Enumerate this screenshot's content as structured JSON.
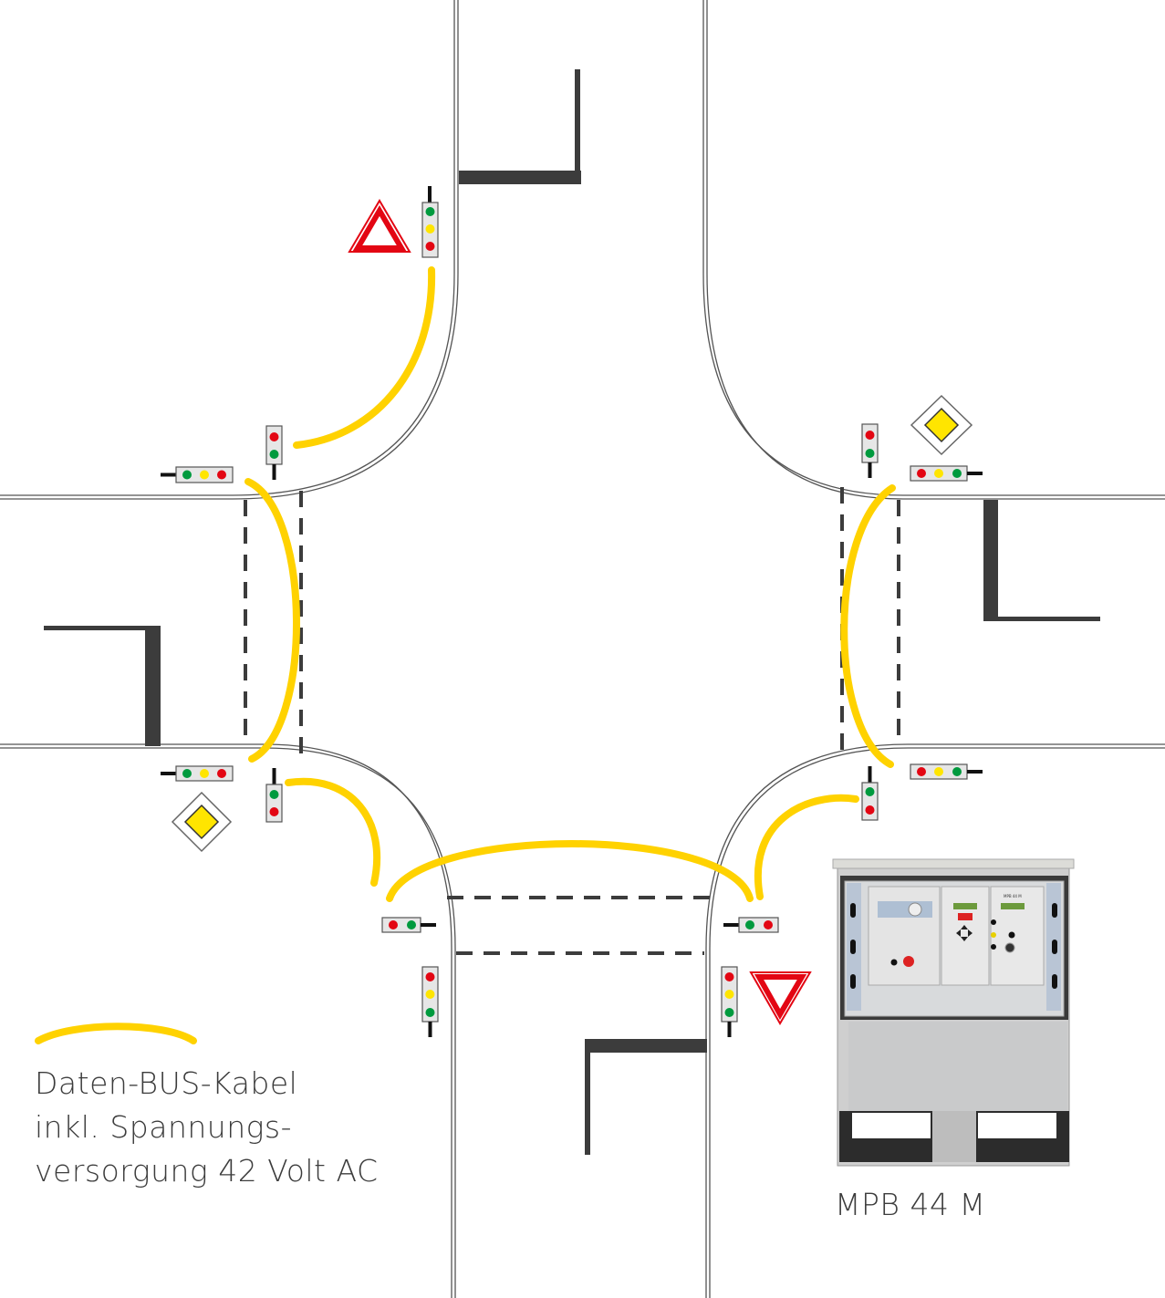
{
  "legend": {
    "line1": "Daten-BUS-Kabel",
    "line2": "inkl. Spannungs-",
    "line3": "versorgung 42 Volt AC"
  },
  "cabinet": {
    "label": "MPB 44 M",
    "panel_text": "MPB 44 M"
  },
  "colors": {
    "cable": "#ffd200",
    "red": "#e30613",
    "yellow": "#ffe500",
    "green": "#009a3e",
    "road_marking": "#3c3c3c"
  }
}
